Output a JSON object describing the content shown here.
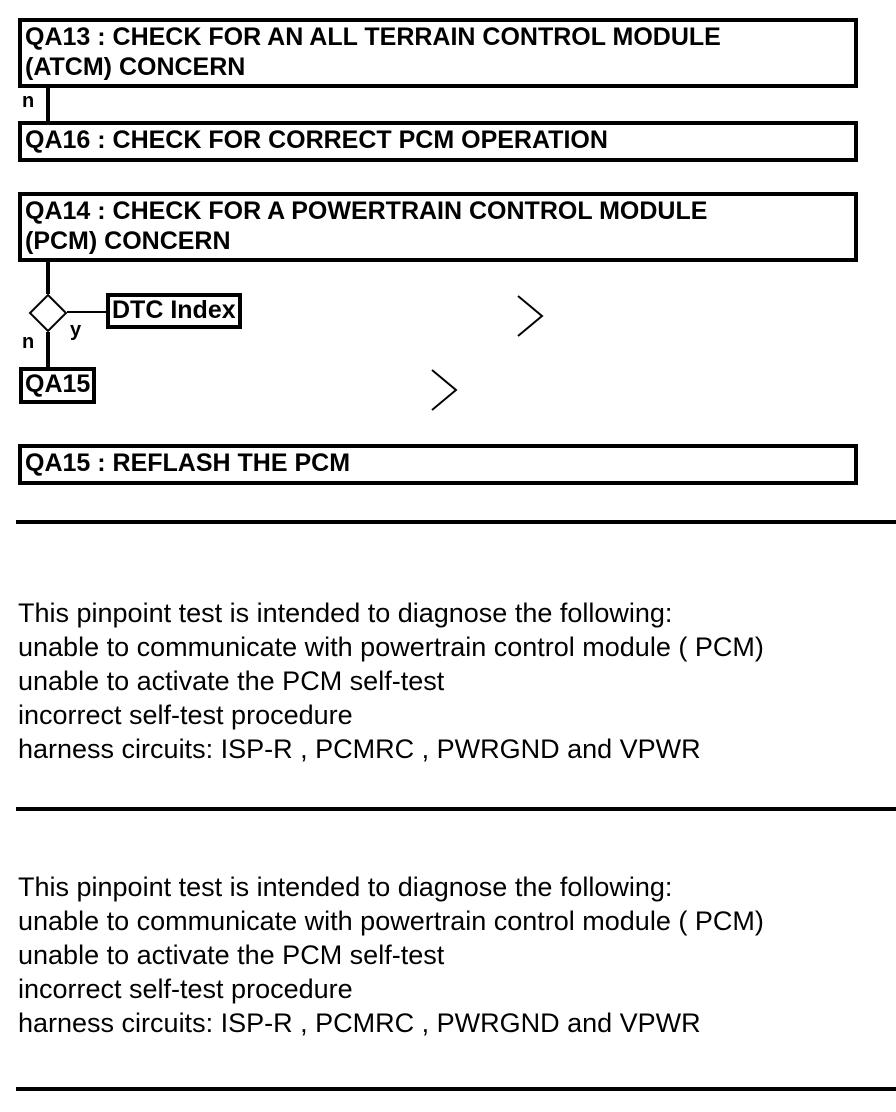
{
  "steps": {
    "qa13": {
      "line1": "QA13 : CHECK FOR AN ALL TERRAIN CONTROL MODULE",
      "line2": "(ATCM) CONCERN",
      "branch_no": "n"
    },
    "qa16": {
      "title": "QA16 : CHECK FOR CORRECT PCM OPERATION"
    },
    "qa14": {
      "line1": "QA14 : CHECK FOR A POWERTRAIN CONTROL MODULE",
      "line2": "(PCM) CONCERN",
      "branch_yes": "y",
      "branch_no": "n",
      "yes_target": "DTC Index",
      "no_target": "QA15"
    },
    "qa15": {
      "title": "QA15 : REFLASH THE PCM"
    }
  },
  "descriptions": [
    {
      "lines": [
        "This pinpoint test is intended to diagnose the following:",
        "unable to communicate with powertrain control module ( PCM)",
        "unable to activate the PCM self-test",
        "incorrect self-test procedure",
        "harness circuits: ISP-R , PCMRC , PWRGND and VPWR"
      ]
    },
    {
      "lines": [
        "This pinpoint test is intended to diagnose the following:",
        "unable to communicate with powertrain control module ( PCM)",
        "unable to activate the PCM self-test",
        "incorrect self-test procedure",
        "harness circuits: ISP-R , PCMRC , PWRGND and VPWR"
      ]
    }
  ]
}
